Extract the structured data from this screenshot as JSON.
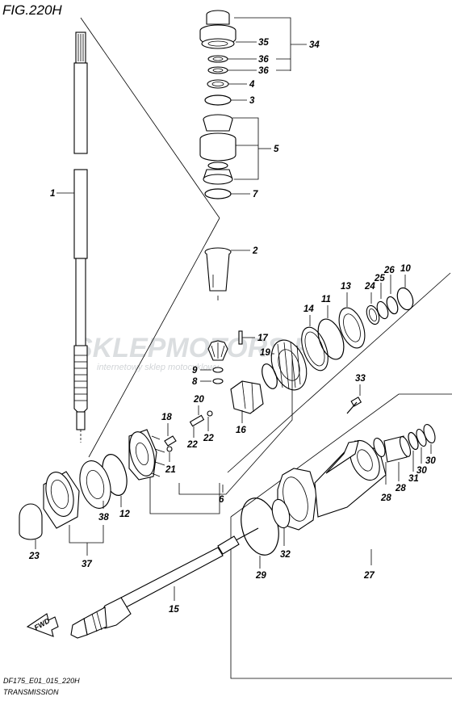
{
  "title": "FIG.220H",
  "footer_code": "DF175_E01_015_220H",
  "footer_name": "TRANSMISSION",
  "watermark_main": "SKLEPMOTORS.PL",
  "watermark_sub": "internetowy sklep motocyklowy",
  "fwd_label": "FWD",
  "callouts": {
    "c1": "1",
    "c2": "2",
    "c3": "3",
    "c4": "4",
    "c5": "5",
    "c6": "6",
    "c7": "7",
    "c8": "8",
    "c9": "9",
    "c10": "10",
    "c11": "11",
    "c12": "12",
    "c13": "13",
    "c14": "14",
    "c15": "15",
    "c16": "16",
    "c17": "17",
    "c18": "18",
    "c19": "19",
    "c20": "20",
    "c21": "21",
    "c22a": "22",
    "c22b": "22",
    "c23": "23",
    "c24": "24",
    "c25": "25",
    "c26": "26",
    "c27": "27",
    "c28a": "28",
    "c28b": "28",
    "c29": "29",
    "c30a": "30",
    "c30b": "30",
    "c31": "31",
    "c32": "32",
    "c33": "33",
    "c34": "34",
    "c35": "35",
    "c36a": "36",
    "c36b": "36",
    "c37": "37",
    "c38": "38"
  }
}
